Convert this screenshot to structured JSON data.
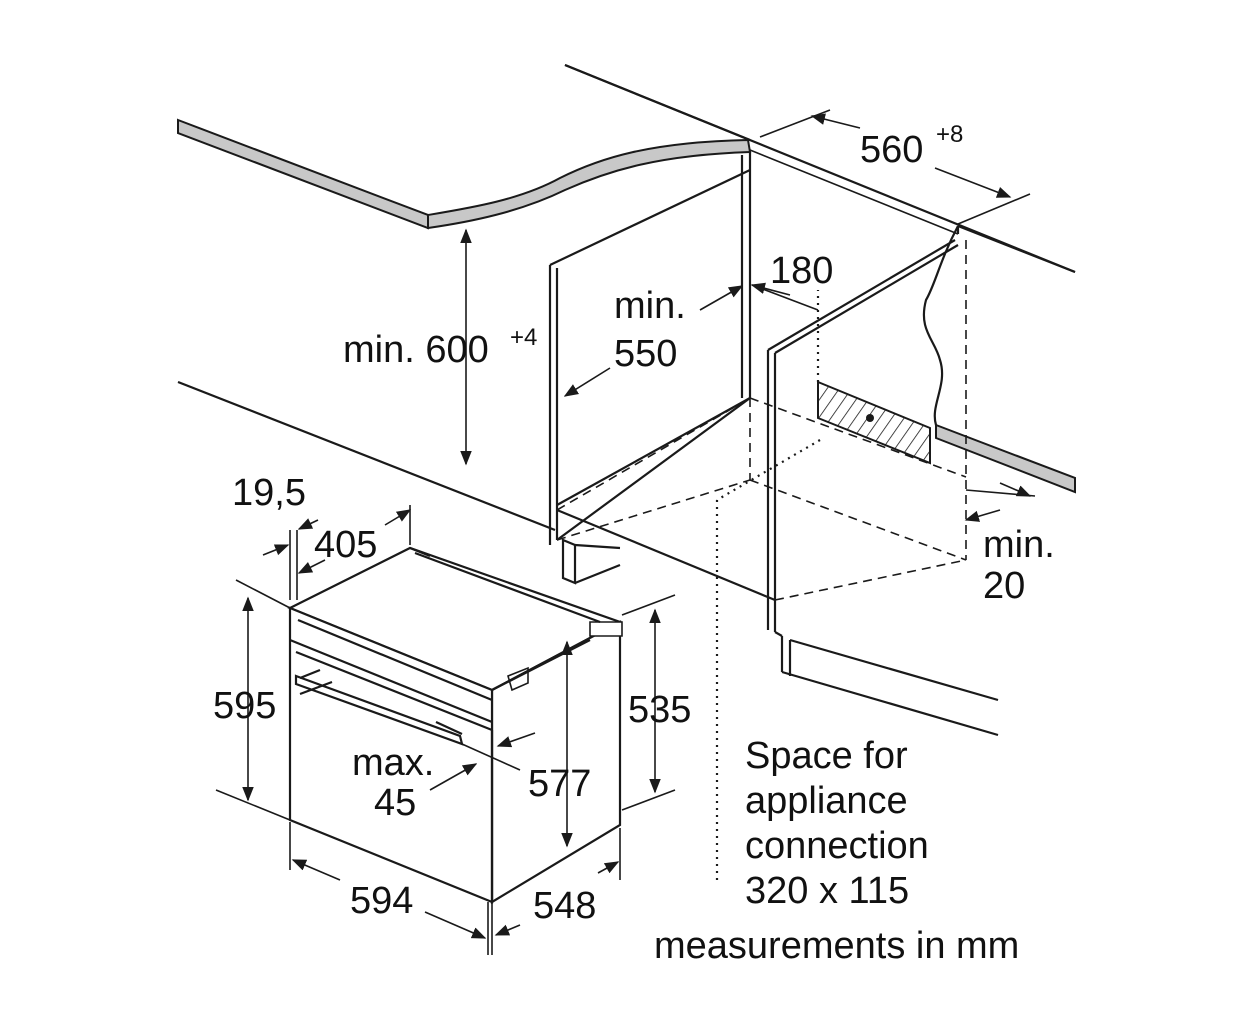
{
  "dimensions": {
    "niche_width": "560",
    "niche_width_tolerance": "+8",
    "niche_height": "min. 600",
    "niche_height_tolerance": "+4",
    "depth_min_line1": "min.",
    "depth_min_line2": "550",
    "cutout_depth": "180",
    "gap_min_line1": "min.",
    "gap_min_line2": "20",
    "front_offset": "19,5",
    "top_depth": "405",
    "height": "595",
    "body_height": "535",
    "inner_height": "577",
    "handle_max_line1": "max.",
    "handle_max_line2": "45",
    "width": "594",
    "depth": "548"
  },
  "notes": {
    "connection_line1": "Space for",
    "connection_line2": "appliance",
    "connection_line3": "connection",
    "connection_line4": "320 x 115",
    "units": "measurements in mm"
  }
}
